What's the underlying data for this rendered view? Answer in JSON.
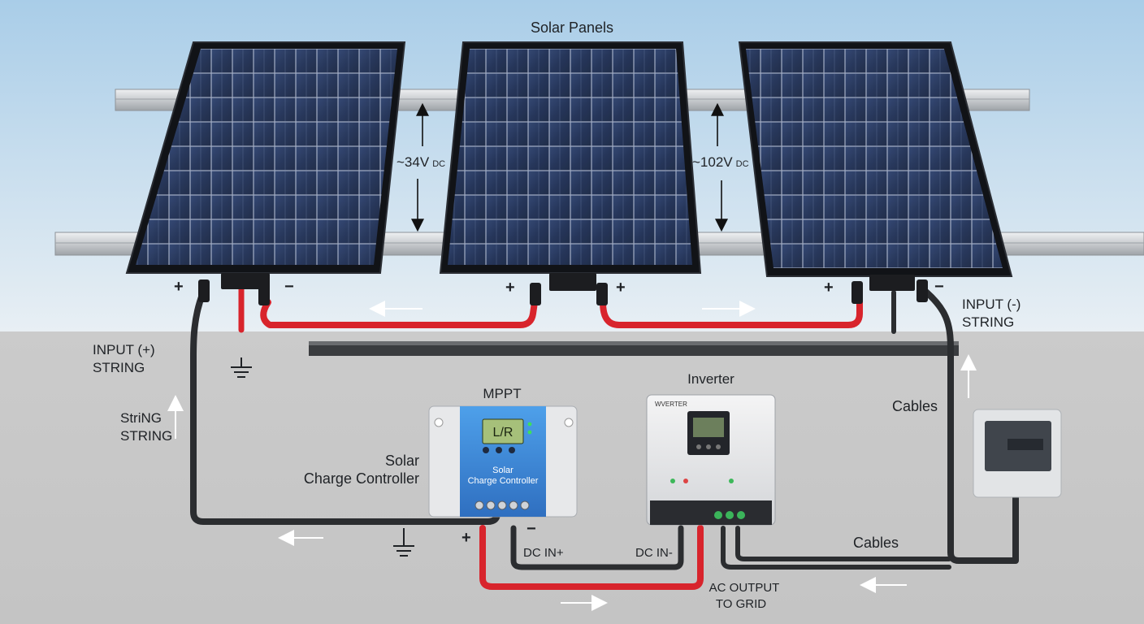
{
  "labels": {
    "title": "Solar Panels",
    "volt1_main": "~34V",
    "volt1_unit": "DC",
    "volt2_main": "~102V",
    "volt2_unit": "DC",
    "input_pos_l1": "INPUT (+)",
    "input_pos_l2": "STRING",
    "input_neg_l1": "INPUT (-)",
    "input_neg_l2": "STRING",
    "string_l1": "StriNG",
    "string_l2": "STRING",
    "mppt": "MPPT",
    "solar": "Solar",
    "charge_controller": "Charge Controller",
    "inverter": "Inverter",
    "cables_1": "Cables",
    "cables_2": "Cables",
    "dc_in_pos": "DC IN+",
    "dc_in_neg": "DC IN-",
    "ac_l1": "AC OUTPUT",
    "ac_l2": "TO GRID",
    "plus": "+",
    "minus": "−"
  },
  "devices": {
    "controller_line1": "Solar",
    "controller_line2": "Charge Controller",
    "controller_lcd": "L/R",
    "inverter_brand": "WVERTER"
  },
  "colors": {
    "sky_top": "#a9cde8",
    "ground": "#c9c9c9",
    "panel_cell": "#1d2f55",
    "panel_frame": "#16181c",
    "rail": "#d4d6d8",
    "cable_red": "#d8242c",
    "cable_black": "#2b2d30",
    "controller_blue": "#3b86d6"
  },
  "icons": [
    "ground-symbol-icon",
    "arrow-left-icon",
    "arrow-right-icon",
    "arrow-up-icon",
    "mc4-connector-icon",
    "junction-box-icon"
  ]
}
